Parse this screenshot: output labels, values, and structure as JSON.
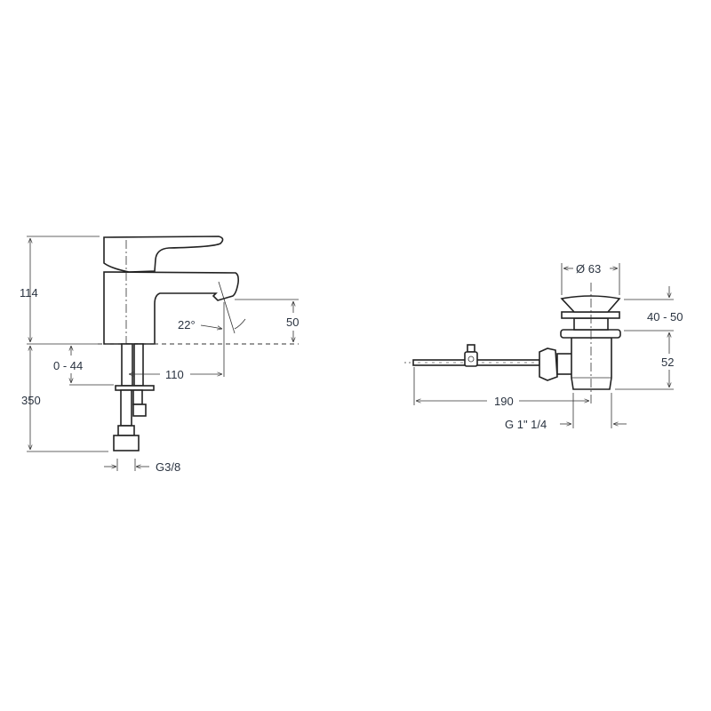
{
  "faucet": {
    "dim_height_body": "114",
    "dim_total_length": "350",
    "dim_deck_thickness": "0 - 44",
    "dim_spout_reach": "110",
    "dim_spout_height": "50",
    "dim_angle": "22°",
    "dim_thread": "G3/8"
  },
  "waste": {
    "dim_diameter": "Ø 63",
    "dim_adjust": "40 - 50",
    "dim_body": "52",
    "dim_rod": "190",
    "dim_thread": "G 1\" 1/4"
  }
}
